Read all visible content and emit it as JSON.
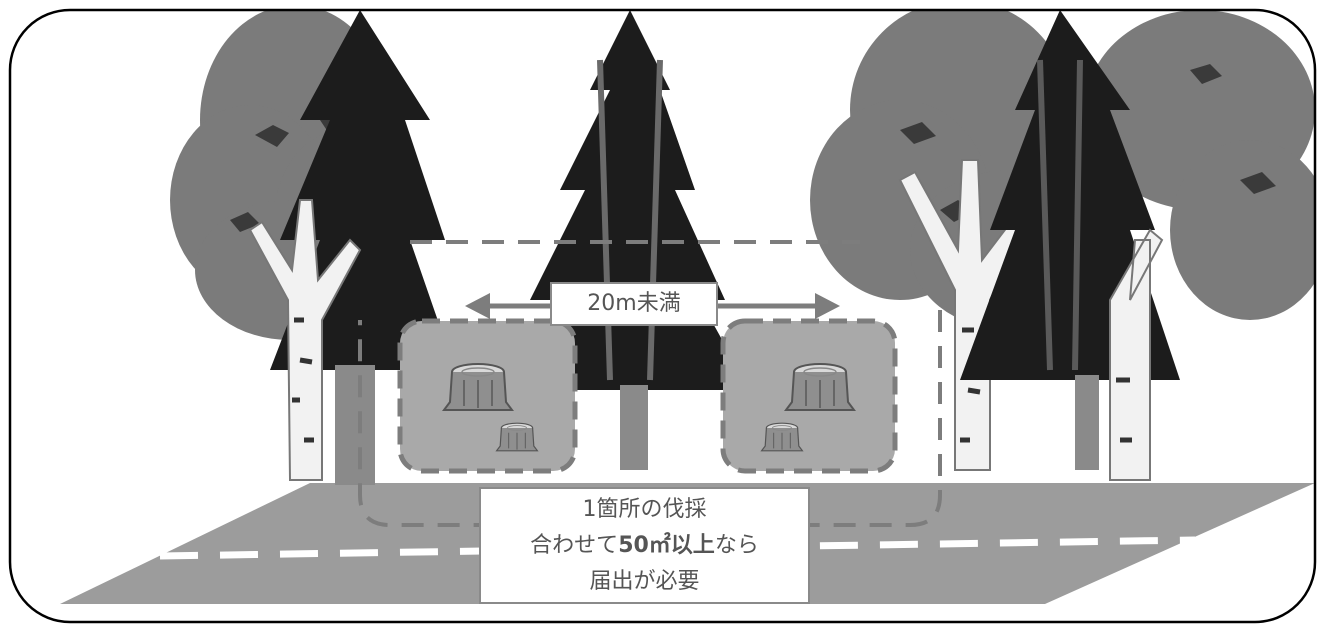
{
  "distance_label": "20m未満",
  "condition": {
    "line1": "1箇所の伐採",
    "line2_prefix": "合わせて",
    "line2_emphasis": "50㎡以上",
    "line2_suffix": "なら",
    "line3": "届出が必要"
  },
  "colors": {
    "road": "#9c9c9c",
    "cut_area": "#a9a9a9",
    "dash": "#7d7d7d",
    "tree_foliage": "#7b7b7b",
    "conifer": "#1c1c1c",
    "birch_trunk": "#f2f2f2"
  },
  "icons": [
    "birch-tree-icon",
    "conifer-tree-icon",
    "tree-stump-icon",
    "double-arrow-icon"
  ]
}
